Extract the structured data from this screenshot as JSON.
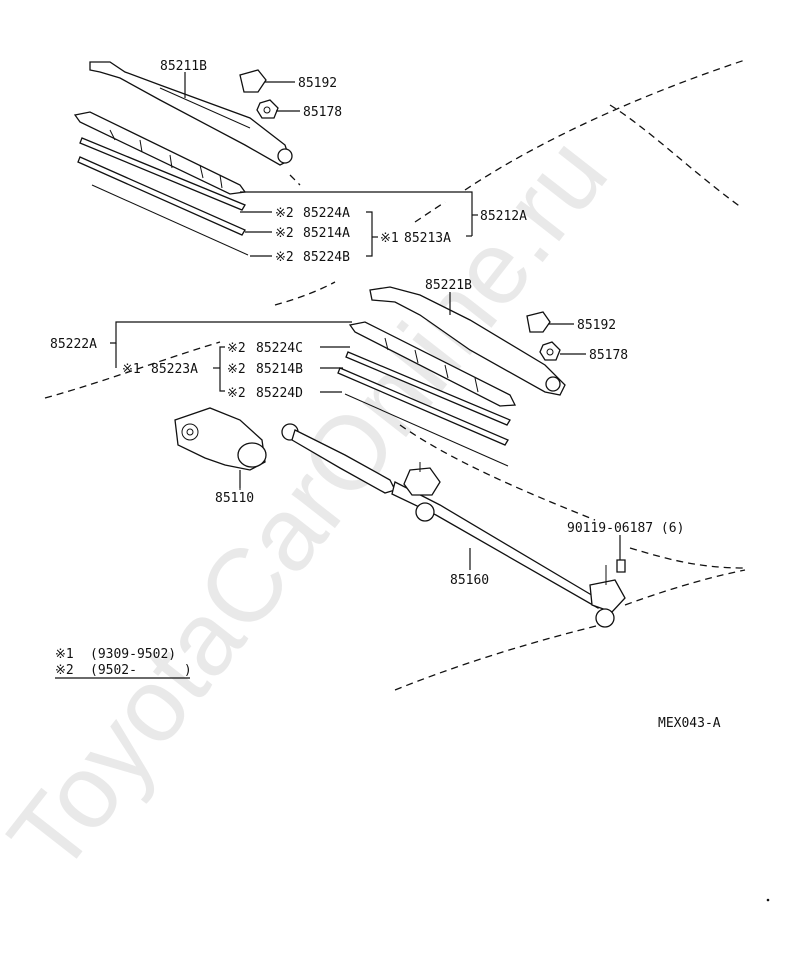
{
  "watermark": "ToyotaCarOnline.ru",
  "diagram_code": "MEX043-A",
  "labels": {
    "p85211B": "85211B",
    "p85192_top": "85192",
    "p85178_top": "85178",
    "star2_a": "※2",
    "p85224A": "85224A",
    "star2_b": "※2",
    "p85214A": "85214A",
    "star1_a": "※1",
    "p85213A": "85213A",
    "p85212A": "85212A",
    "star2_c": "※2",
    "p85224B": "85224B",
    "p85221B": "85221B",
    "p85192_mid": "85192",
    "p85178_mid": "85178",
    "p85222A": "85222A",
    "star1_b": "※1",
    "p85223A": "85223A",
    "star2_d": "※2",
    "p85224C": "85224C",
    "star2_e": "※2",
    "p85214B": "85214B",
    "star2_f": "※2",
    "p85224D": "85224D",
    "p85110": "85110",
    "bolt": "90119-06187 (6)",
    "p85160": "85160"
  },
  "legend": [
    {
      "mark": "※1",
      "range": "(9309-9502)"
    },
    {
      "mark": "※2",
      "range": "(9502-      )"
    }
  ]
}
